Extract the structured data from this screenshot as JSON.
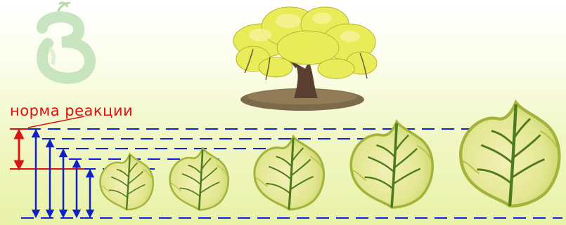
{
  "annotation": {
    "text": "норма реакции",
    "color": "#e01010"
  },
  "colors": {
    "dashed_line": "#1020e0",
    "blue_arrow": "#1020c8",
    "red_arrow": "#d81414",
    "leaf_fill": "#e4e89a",
    "leaf_edge": "#a2b43c",
    "leaf_vein": "#4f7a1d",
    "foliage": "#e8ec58",
    "trunk": "#5b4032",
    "soil": "#7d6a4a",
    "logo": "#bfe1b8"
  },
  "icons": {
    "logo": "letter-b-logo",
    "tree": "tree-icon",
    "leaf": "leaf-icon"
  },
  "leaves": {
    "relative_sizes": [
      1.0,
      1.1,
      1.3,
      1.55,
      1.9
    ]
  }
}
